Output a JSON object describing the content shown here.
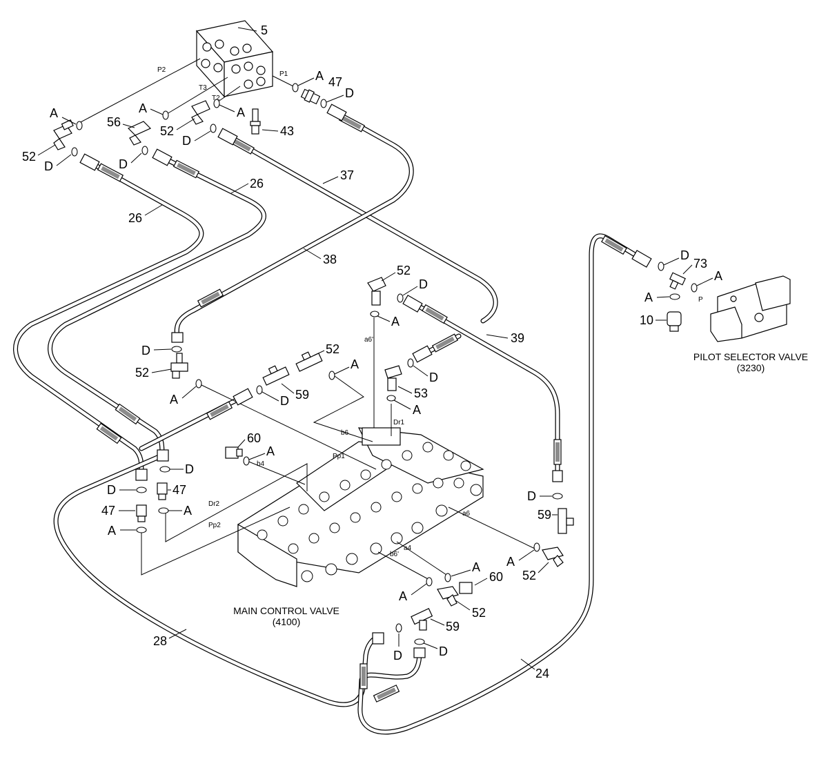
{
  "manifold": {
    "callout": "5",
    "ports": [
      "P2",
      "P1",
      "T3",
      "T2"
    ]
  },
  "main_valve": {
    "title": "MAIN CONTROL VALVE",
    "code": "(4100)",
    "ports": [
      "a6'",
      "Dr1",
      "b6",
      "Pp1",
      "b4",
      "Dr2",
      "Pp2",
      "a6",
      "b6'",
      "a4"
    ]
  },
  "pilot_valve": {
    "title": "PILOT SELECTOR VALVE",
    "code": "(3230)",
    "port": "P"
  },
  "hoses": [
    "26",
    "26",
    "37",
    "38",
    "39",
    "28",
    "24"
  ],
  "callouts": {
    "c47a": "47",
    "c43": "43",
    "c56": "56",
    "c52a": "52",
    "c52b": "52",
    "c52c": "52",
    "c52d": "52",
    "c52e": "52",
    "c52f": "52",
    "c52g": "52",
    "c53": "53",
    "c59a": "59",
    "c59b": "59",
    "c59c": "59",
    "c60a": "60",
    "c60b": "60",
    "c47b": "47",
    "c47c": "47",
    "c73": "73",
    "c10": "10"
  },
  "seals": {
    "A": "A",
    "D": "D"
  }
}
